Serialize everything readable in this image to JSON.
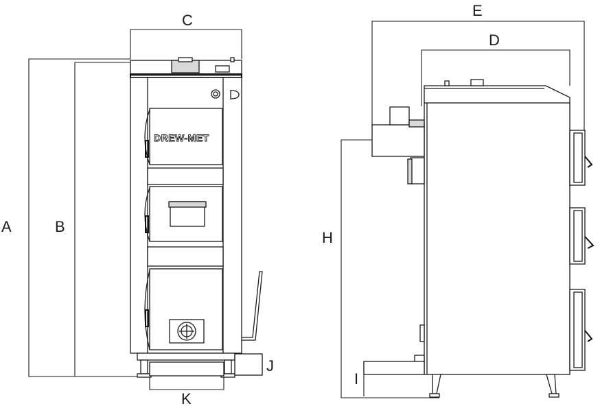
{
  "brand": "DREW-MET",
  "dimension_labels": {
    "A": "A",
    "B": "B",
    "C": "C",
    "D": "D",
    "E": "E",
    "H": "H",
    "I": "I",
    "J": "J",
    "K": "K"
  }
}
